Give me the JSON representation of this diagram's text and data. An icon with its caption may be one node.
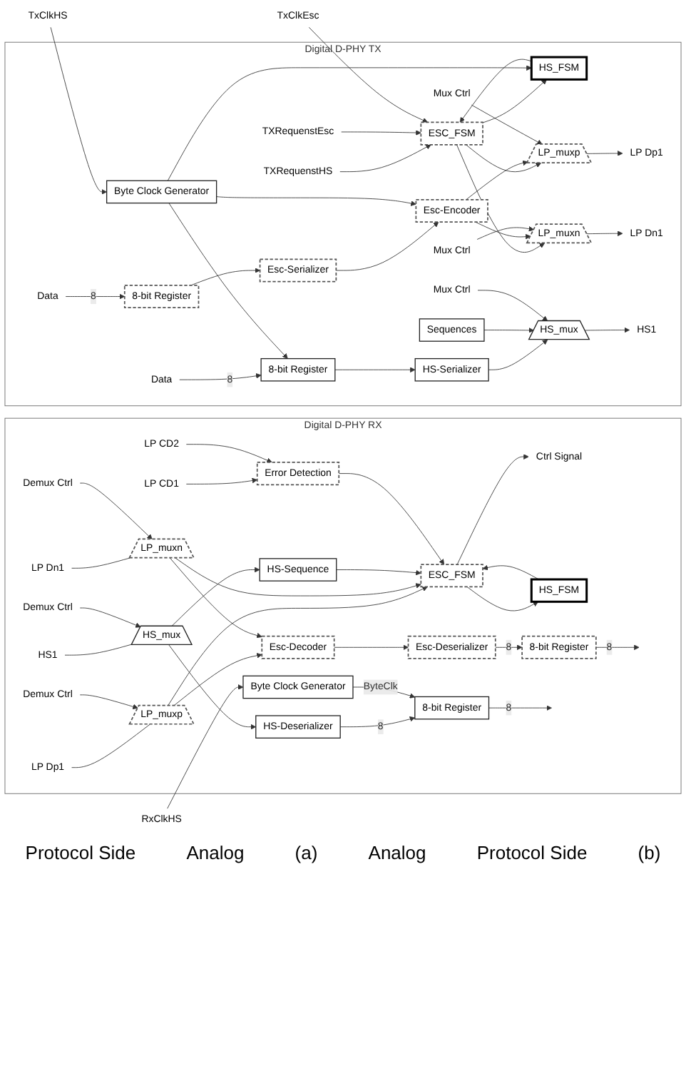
{
  "diagram": {
    "nodes": [
      {
        "text": [
          "Digital D-PHY TX"
        ]
      },
      {
        "text": [
          "TXRequenstHS"
        ],
        "in": 0
      },
      {
        "text": [
          "TXRequenstEsc"
        ],
        "in": 0
      },
      {
        "text": [
          "ESC_FSM"
        ],
        "in": 0
      },
      {
        "text": [
          "HS_FSM"
        ],
        "in": 0
      },
      {
        "text": [
          "LP_muxp"
        ],
        "in": 0
      },
      {
        "text": [
          "LP Dp1"
        ],
        "in": 0
      },
      {
        "text": [
          "Mux Ctrl"
        ],
        "in": 0
      },
      {
        "text": [
          "LP_muxn"
        ],
        "in": 0
      },
      {
        "text": [
          "LP Dn1"
        ],
        "in": 0
      },
      {
        "text": [
          "Data"
        ],
        "in": 0
      },
      {
        "text": [
          "8-bit Register"
        ],
        "in": 0
      },
      {
        "text": [
          "Esc-Serializer"
        ],
        "in": 0
      },
      {
        "text": [
          "Esc-Encoder"
        ],
        "in": 0
      },
      {
        "text": [
          "Mux Ctrl"
        ],
        "in": 0
      },
      {
        "text": [
          "Data"
        ],
        "in": 0
      },
      {
        "text": [
          "8-bit Register"
        ],
        "in": 0
      },
      {
        "text": [
          "HS-Serializer"
        ],
        "in": 0
      },
      {
        "text": [
          "HS_mux"
        ],
        "in": 0
      },
      {
        "text": [
          "HS1"
        ],
        "in": 0
      },
      {
        "text": [
          "Sequences"
        ],
        "in": 0
      },
      {
        "text": [
          "Byte Clock Generator"
        ],
        "in": 0
      },
      {
        "text": [
          "Mux Ctrl"
        ],
        "in": 0
      },
      {
        "text": [
          "TxClkHS"
        ]
      },
      {
        "text": [
          "TxClkEsc"
        ]
      },
      {
        "text": [
          "Digital D-PHY RX"
        ]
      },
      {
        "text": [
          "LP Dp1"
        ],
        "in": 25
      },
      {
        "text": [
          "LP_muxp"
        ],
        "in": 25
      },
      {
        "text": [
          "Ctrl Signal"
        ],
        "in": 25
      },
      {
        "text": [
          "ESC_FSM"
        ],
        "in": 25
      },
      {
        "text": [
          "Demux Ctrl"
        ],
        "in": 25
      },
      {
        "text": [
          "HS_FSM"
        ],
        "in": 25
      },
      {
        "text": [
          "LP Dn1"
        ],
        "in": 25
      },
      {
        "text": [
          "LP_muxn"
        ],
        "in": 25
      },
      {
        "text": [
          "Demux Ctrl"
        ],
        "in": 25
      },
      {
        "text": [
          "Esc-Decoder"
        ],
        "in": 25
      },
      {
        "text": [
          "Esc-Deserializer"
        ],
        "in": 25
      },
      {
        "text": [
          "HS1"
        ],
        "in": 25
      },
      {
        "text": [
          "HS_mux"
        ],
        "in": 25
      },
      {
        "text": [
          "8-bit Register"
        ],
        "in": 25
      },
      {
        "text": [
          "HS-Deserializer"
        ],
        "in": 25
      },
      {
        "text": [
          "8-bit Register"
        ],
        "in": 25
      },
      {
        "text": [
          "Demux Ctrl"
        ],
        "in": 25
      },
      {
        "text": [
          "HS-Sequence"
        ],
        "in": 25
      },
      {
        "text": [
          "LP CD1"
        ],
        "in": 25
      },
      {
        "text": [
          "LP CD2"
        ],
        "in": 25
      },
      {
        "text": [
          "Error Detection"
        ],
        "in": 25
      },
      {
        "text": [
          "Byte Clock Generator"
        ],
        "in": 25
      },
      {
        "text": [
          "RxClkHS"
        ]
      }
    ],
    "edges": [
      {
        "from": 1,
        "to": 3,
        "arrow": "to"
      },
      {
        "from": 2,
        "to": 3,
        "arrow": "to"
      },
      {
        "from": 3,
        "to": 5,
        "arrow": "to"
      },
      {
        "from": 3,
        "to": 8,
        "arrow": "to"
      },
      {
        "from": 3,
        "to": 4,
        "arrow": "to"
      },
      {
        "from": 4,
        "to": 3,
        "arrow": "to"
      },
      {
        "from": 10,
        "to": 11,
        "arrow": "to",
        "label": "8"
      },
      {
        "from": 11,
        "to": 12,
        "arrow": "to"
      },
      {
        "from": 12,
        "to": 13,
        "arrow": "to"
      },
      {
        "from": 13,
        "to": 5,
        "arrow": "to"
      },
      {
        "from": 13,
        "to": 8,
        "arrow": "to"
      },
      {
        "from": 5,
        "to": 6,
        "arrow": "to"
      },
      {
        "from": 7,
        "to": 5,
        "arrow": "to"
      },
      {
        "from": 8,
        "to": 9,
        "arrow": "to"
      },
      {
        "from": 14,
        "to": 8,
        "arrow": "to"
      },
      {
        "from": 15,
        "to": 16,
        "arrow": "to",
        "label": "8"
      },
      {
        "from": 21,
        "to": 16,
        "arrow": "to"
      },
      {
        "from": 16,
        "to": 17,
        "arrow": "to"
      },
      {
        "from": 17,
        "to": 18,
        "arrow": "to"
      },
      {
        "from": 20,
        "to": 18,
        "arrow": "to"
      },
      {
        "from": 18,
        "to": 19,
        "arrow": "to"
      },
      {
        "from": 22,
        "to": 18,
        "arrow": "to"
      },
      {
        "from": 21,
        "to": 4,
        "arrow": "to"
      },
      {
        "from": 21,
        "to": 13,
        "arrow": "to"
      },
      {
        "from": 23,
        "to": 21,
        "arrow": "to"
      },
      {
        "from": 24,
        "to": 3,
        "arrow": "to"
      },
      {
        "from": 26,
        "to": 27,
        "arrow": "none"
      },
      {
        "from": 30,
        "to": 27,
        "arrow": "to"
      },
      {
        "from": 32,
        "to": 33,
        "arrow": "none"
      },
      {
        "from": 34,
        "to": 33,
        "arrow": "to"
      },
      {
        "from": 27,
        "to": 29,
        "arrow": "to"
      },
      {
        "from": 27,
        "to": 35,
        "arrow": "to"
      },
      {
        "from": 33,
        "to": 29,
        "arrow": "to"
      },
      {
        "from": 33,
        "to": 35,
        "arrow": "to"
      },
      {
        "from": 29,
        "to": 28,
        "arrow": "to"
      },
      {
        "from": 29,
        "to": 31,
        "arrow": "to"
      },
      {
        "from": 31,
        "to": 29,
        "arrow": "to"
      },
      {
        "from": 35,
        "to": 36,
        "arrow": "to"
      },
      {
        "from": 36,
        "to": 39,
        "arrow": "to",
        "label": "8"
      },
      {
        "from": 39,
        "to": null,
        "arrow": "to",
        "label": "8"
      },
      {
        "from": 37,
        "to": 38,
        "arrow": "none"
      },
      {
        "from": 42,
        "to": 38,
        "arrow": "to"
      },
      {
        "from": 38,
        "to": 40,
        "arrow": "to"
      },
      {
        "from": 38,
        "to": 43,
        "arrow": "to"
      },
      {
        "from": 40,
        "to": 41,
        "arrow": "to",
        "label": "8"
      },
      {
        "from": 41,
        "to": null,
        "arrow": "to",
        "label": "8"
      },
      {
        "from": 43,
        "to": 29,
        "arrow": "to"
      },
      {
        "from": 46,
        "to": 29,
        "arrow": "to"
      },
      {
        "from": 44,
        "to": 46,
        "arrow": "to"
      },
      {
        "from": 45,
        "to": 46,
        "arrow": "to"
      },
      {
        "from": 47,
        "to": 41,
        "arrow": "to",
        "label": "ByteClk"
      },
      {
        "from": 48,
        "to": 47,
        "arrow": "to"
      }
    ],
    "labels": [
      "Protocol Side",
      "Analog",
      "(a)",
      "Analog",
      "Protocol Side",
      "(b)"
    ]
  }
}
